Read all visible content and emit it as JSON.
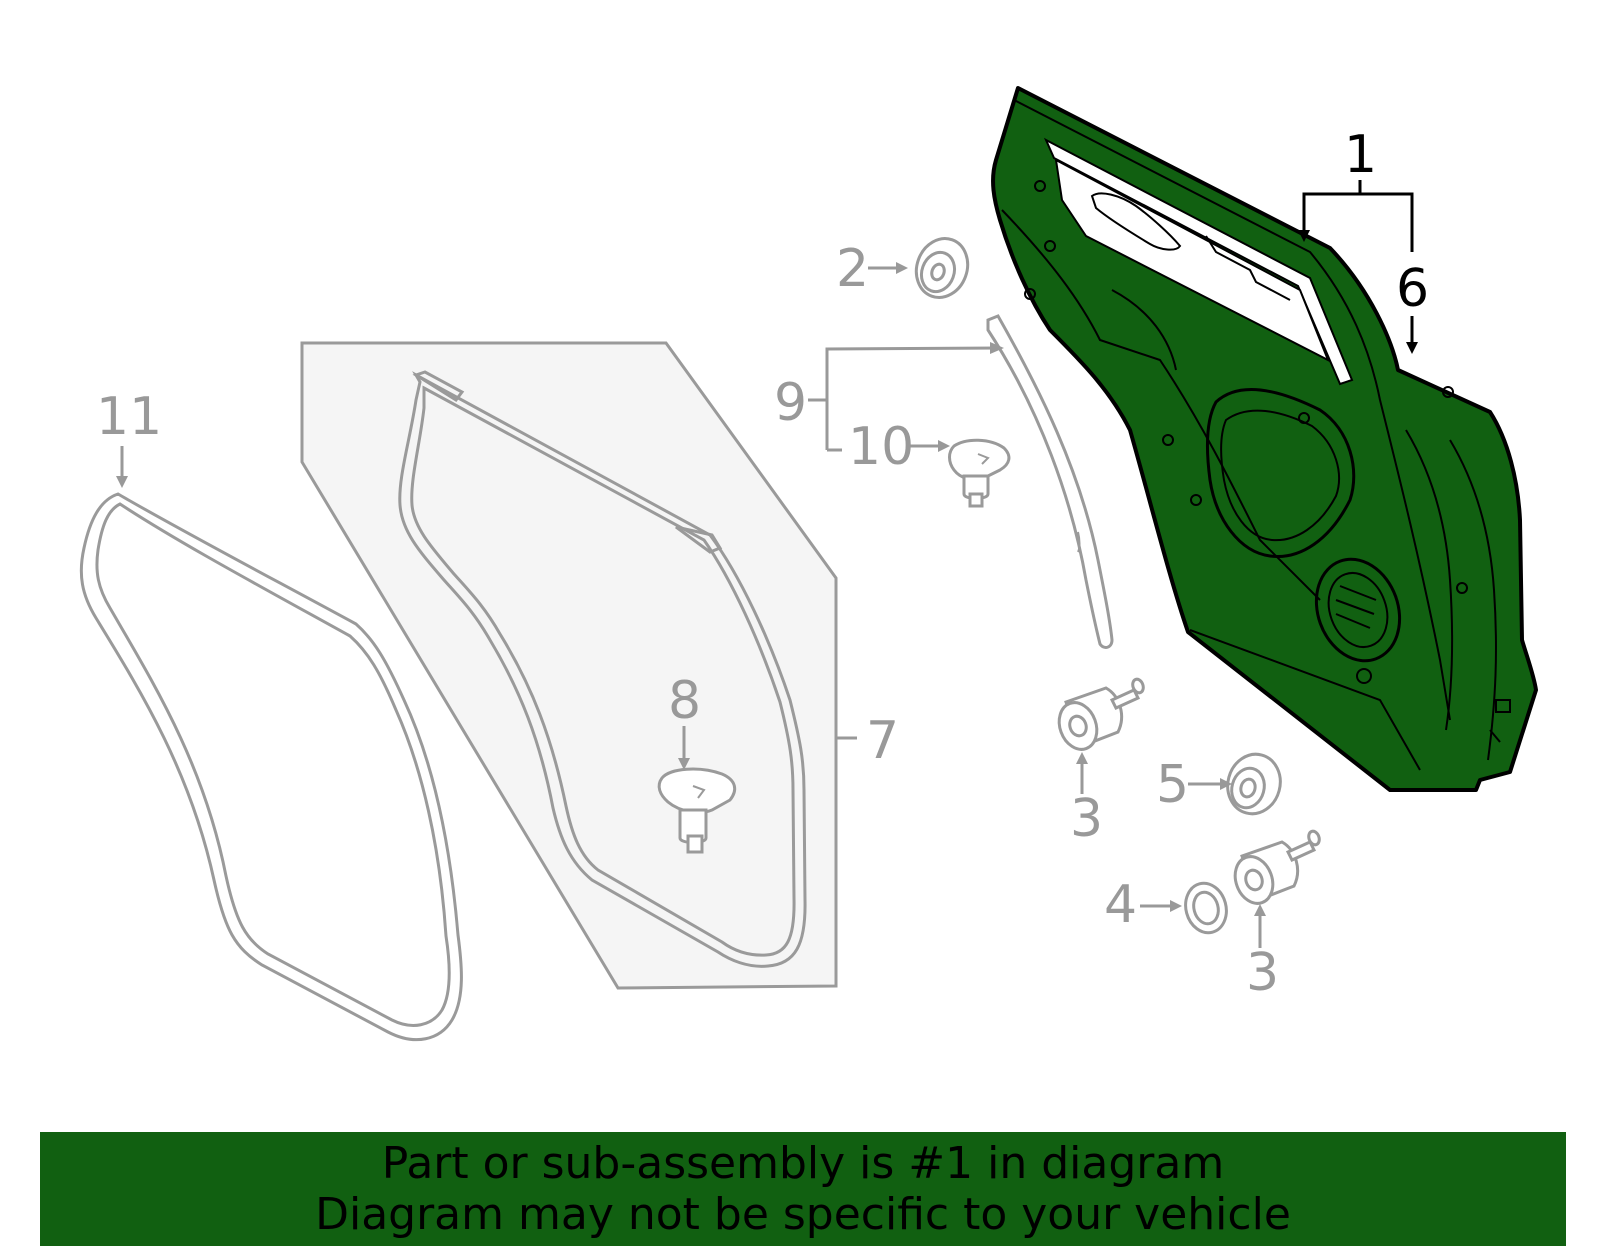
{
  "diagram": {
    "callouts": {
      "c1": "1",
      "c2": "2",
      "c3a": "3",
      "c3b": "3",
      "c4": "4",
      "c5": "5",
      "c6": "6",
      "c7": "7",
      "c8": "8",
      "c9": "9",
      "c10": "10",
      "c11": "11"
    },
    "highlight_color": "#116011",
    "line_color": "#999999"
  },
  "banner": {
    "line1": "Part or sub-assembly is #1 in diagram",
    "line2": "Diagram may not be specific to your vehicle",
    "background": "#116011"
  }
}
